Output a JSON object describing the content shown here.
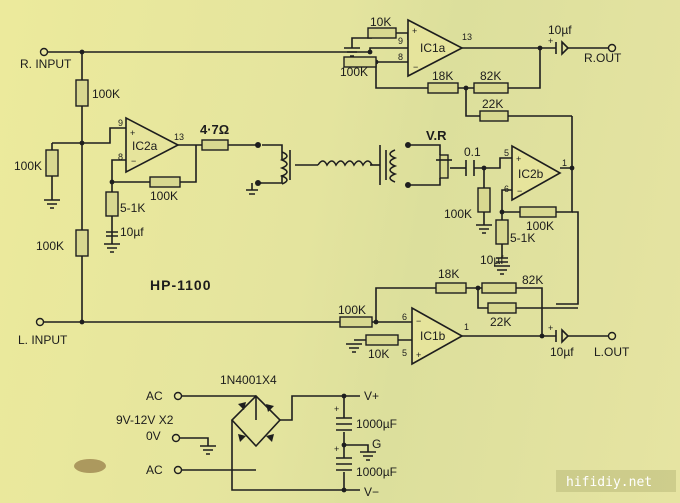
{
  "labels": {
    "r_input": "R. INPUT",
    "l_input": "L. INPUT",
    "r_out": "R.OUT",
    "l_out": "L.OUT",
    "r_in_res": "100K",
    "r_div_res": "100K",
    "l_div_res": "100K",
    "gnd_res": "100K",
    "ic2a": "IC2a",
    "ic2a_fb": "100K",
    "ic2a_ser": "5-1K",
    "ic2a_cap": "10µf",
    "ic2a_pin9": "9",
    "ic2a_pin8": "8",
    "ic2a_pin13": "13",
    "out_res": "4·7Ω",
    "vr": "V.R",
    "cap_01": "0.1",
    "ic2b": "IC2b",
    "ic2b_pin5": "5",
    "ic2b_pin6": "6",
    "ic2b_pin1": "1",
    "ic2b_gnd_res": "100K",
    "ic2b_fb": "100K",
    "ic2b_ser": "5-1K",
    "ic2b_cap": "10µf",
    "ic1a": "IC1a",
    "ic1a_pin9": "9",
    "ic1a_pin8": "8",
    "ic1a_pin13": "13",
    "ic1a_10k": "10K",
    "ic1a_100k": "100K",
    "ic1a_18k": "18K",
    "ic1a_82k": "82K",
    "ic1a_22k": "22K",
    "r_out_cap": "10µf",
    "ic1b": "IC1b",
    "ic1b_pin6": "6",
    "ic1b_pin5": "5",
    "ic1b_pin1": "1",
    "ic1b_100k": "100K",
    "ic1b_10k": "10K",
    "ic1b_18k": "18K",
    "ic1b_82k": "82K",
    "ic1b_22k": "22K",
    "l_out_cap": "10µf",
    "model": "HP-1100",
    "ac_top": "AC",
    "ac_bottom": "AC",
    "transformer": "9V-12V X2",
    "zero_v": "0V",
    "bridge": "1N4001X4",
    "v_plus": "V+",
    "v_minus": "V−",
    "g": "G",
    "cap_top": "1000µF",
    "cap_bottom": "1000µF",
    "watermark": "hifidiy.net"
  }
}
